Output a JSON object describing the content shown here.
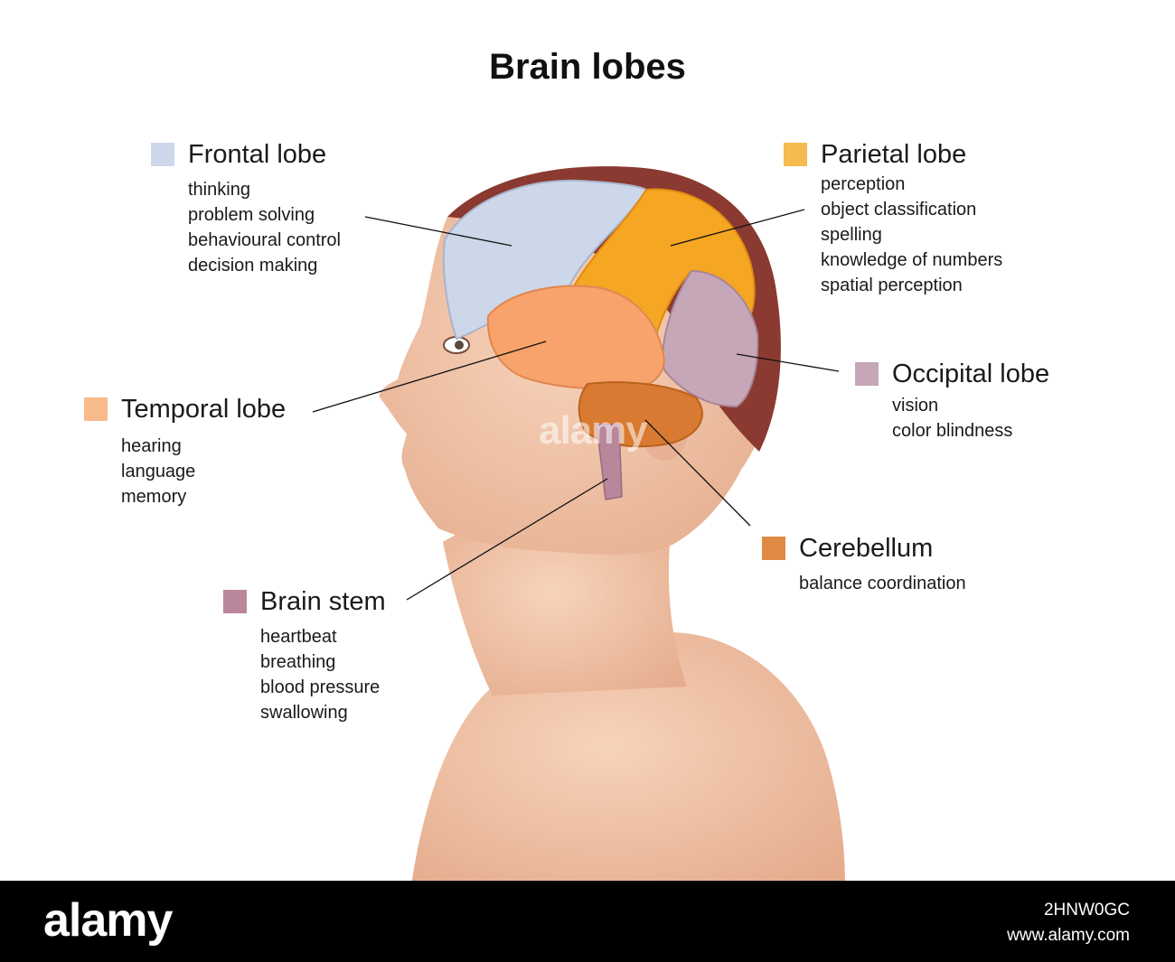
{
  "title": "Brain lobes",
  "watermark": "alamy",
  "lobes": [
    {
      "id": "frontal",
      "name": "Frontal lobe",
      "color": "#cdd7ea",
      "functions": [
        "thinking",
        "problem solving",
        "behavioural control",
        "decision making"
      ]
    },
    {
      "id": "parietal",
      "name": "Parietal lobe",
      "color": "#f5bb4f",
      "functions": [
        "perception",
        "object classification",
        "spelling",
        "knowledge of numbers",
        "spatial perception"
      ]
    },
    {
      "id": "temporal",
      "name": "Temporal lobe",
      "color": "#f8b98b",
      "functions": [
        "hearing",
        "language",
        "memory"
      ]
    },
    {
      "id": "occipital",
      "name": "Occipital lobe",
      "color": "#c6a7b8",
      "functions": [
        "vision",
        "color blindness"
      ]
    },
    {
      "id": "cerebellum",
      "name": "Cerebellum",
      "color": "#de8a45",
      "functions": [
        "balance coordination"
      ]
    },
    {
      "id": "brainstem",
      "name": "Brain stem",
      "color": "#b9869c",
      "functions": [
        "heartbeat",
        "breathing",
        "blood pressure",
        "swallowing"
      ]
    }
  ],
  "illustration": {
    "skin": "#f2c4a6",
    "hair": "#8a3a30",
    "skin_shadow": "#e3a98a"
  },
  "footer": {
    "brand": "alamy",
    "image_code": "2HNW0GC",
    "site": "www.alamy.com"
  }
}
